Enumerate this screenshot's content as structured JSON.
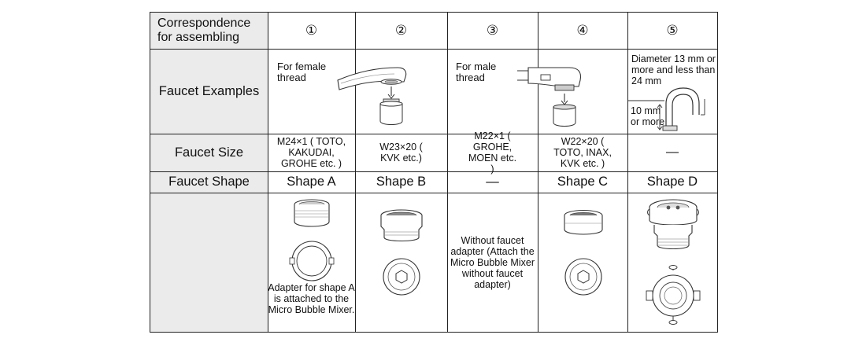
{
  "table": {
    "header": {
      "row_label": "Correspondence for assembling",
      "columns": [
        "①",
        "②",
        "③",
        "④",
        "⑤"
      ]
    },
    "rows": {
      "faucet_examples": {
        "label": "Faucet Examples",
        "female_thread": "For female thread",
        "male_thread": "For male thread",
        "diameter_note": "Diameter 13 mm or more and less than 24 mm",
        "height_note": "10 mm or more"
      },
      "faucet_size": {
        "label": "Faucet Size",
        "values": [
          "M24×1 ( TOTO, KAKUDAI, GROHE etc. )",
          "W23×20 ( KVK etc.)",
          "M22×1 ( GROHE, MOEN etc. )",
          "W22×20 ( TOTO, INAX, KVK etc. )",
          "—"
        ]
      },
      "faucet_shape": {
        "label": "Faucet Shape",
        "values": [
          "Shape A",
          "Shape B",
          "—",
          "Shape C",
          "Shape D"
        ]
      },
      "adapters": {
        "col1_note": "Adapter for shape A is attached to the Micro Bubble Mixer.",
        "col3_note": "Without faucet adapter (Attach the Micro Bubble Mixer without faucet adapter)"
      }
    }
  }
}
